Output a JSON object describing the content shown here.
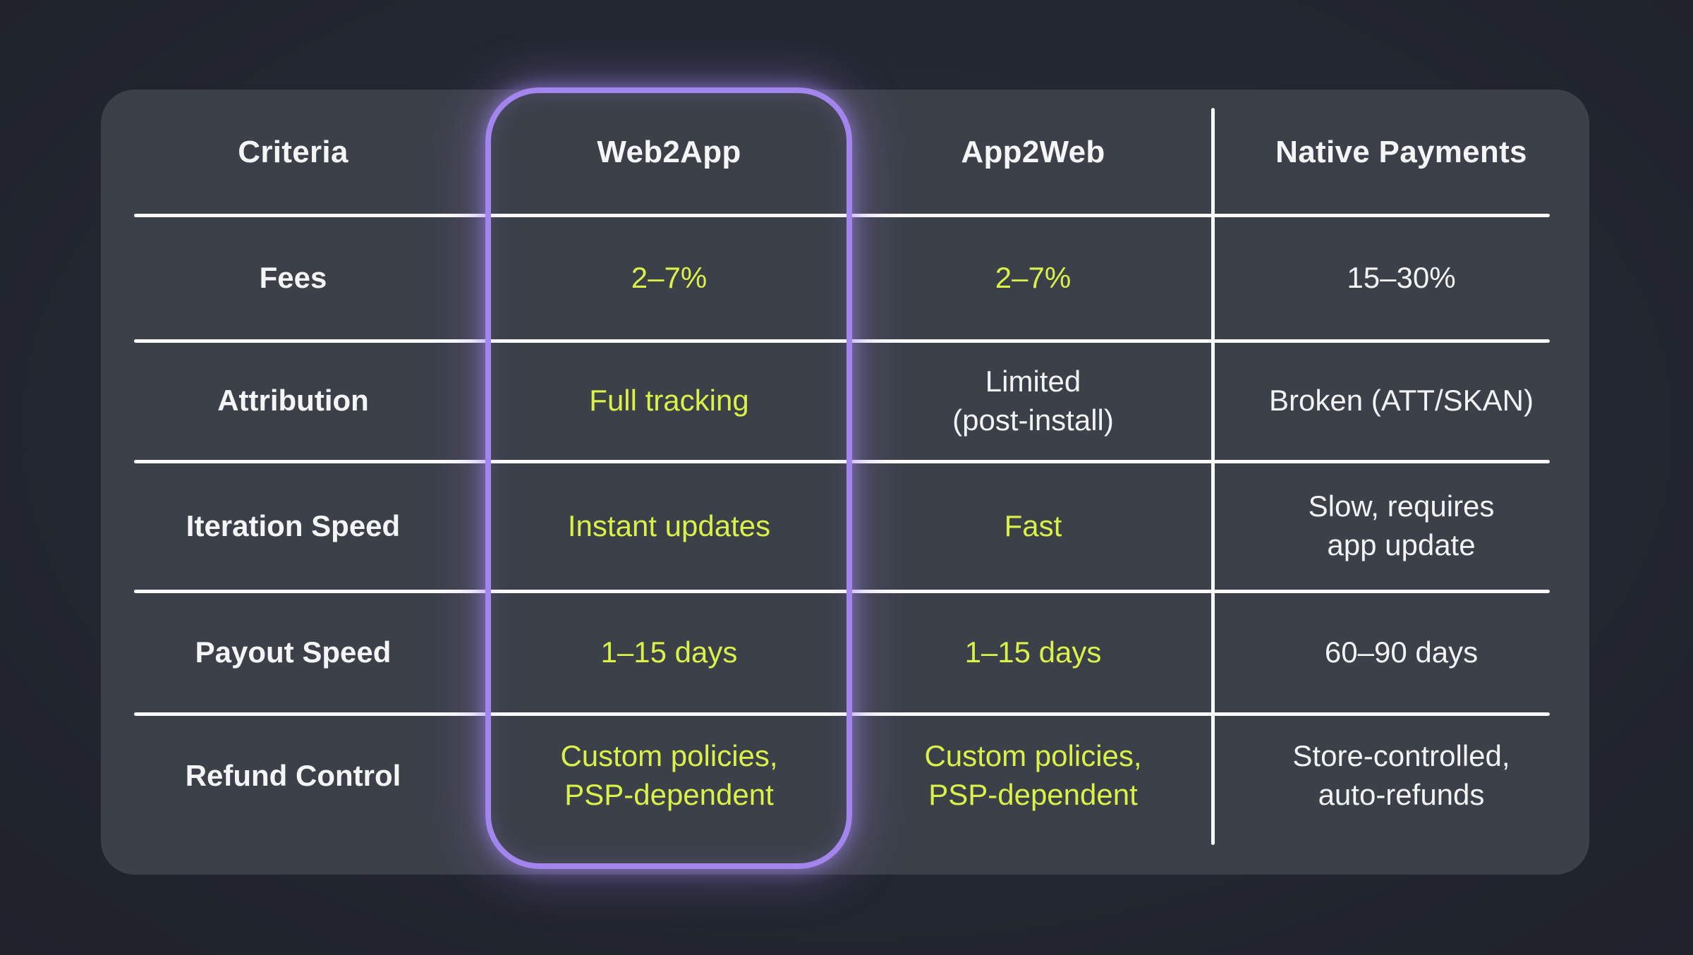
{
  "chart_data": {
    "type": "table",
    "title": "",
    "columns": [
      "Criteria",
      "Web2App",
      "App2Web",
      "Native Payments"
    ],
    "highlighted_column": "Web2App",
    "legend_position": "none",
    "grid": "white row separators; single white column divider before Native Payments",
    "rows": [
      {
        "label": "Fees",
        "values": [
          {
            "text": "2–7%",
            "tone": "good"
          },
          {
            "text": "2–7%",
            "tone": "good"
          },
          {
            "text": "15–30%",
            "tone": "neutral"
          }
        ]
      },
      {
        "label": "Attribution",
        "values": [
          {
            "text": "Full tracking",
            "tone": "good"
          },
          {
            "text": "Limited\n(post-install)",
            "tone": "neutral"
          },
          {
            "text": "Broken (ATT/SKAN)",
            "tone": "neutral"
          }
        ]
      },
      {
        "label": "Iteration Speed",
        "values": [
          {
            "text": "Instant updates",
            "tone": "good"
          },
          {
            "text": "Fast",
            "tone": "good"
          },
          {
            "text": "Slow, requires\napp update",
            "tone": "neutral"
          }
        ]
      },
      {
        "label": "Payout Speed",
        "values": [
          {
            "text": "1–15 days",
            "tone": "good"
          },
          {
            "text": "1–15 days",
            "tone": "good"
          },
          {
            "text": "60–90 days",
            "tone": "neutral"
          }
        ]
      },
      {
        "label": "Refund Control",
        "values": [
          {
            "text": "Custom policies,\nPSP-dependent",
            "tone": "good"
          },
          {
            "text": "Custom policies,\nPSP-dependent",
            "tone": "good"
          },
          {
            "text": "Store-controlled,\nauto-refunds",
            "tone": "neutral"
          }
        ]
      }
    ]
  },
  "colors": {
    "page_bg": "#232731",
    "card_bg": "#3c4049",
    "text_primary": "#f4f5f7",
    "positive_value": "#d9f149",
    "highlight_border": "#a385ee",
    "divider": "#fafbfb"
  }
}
